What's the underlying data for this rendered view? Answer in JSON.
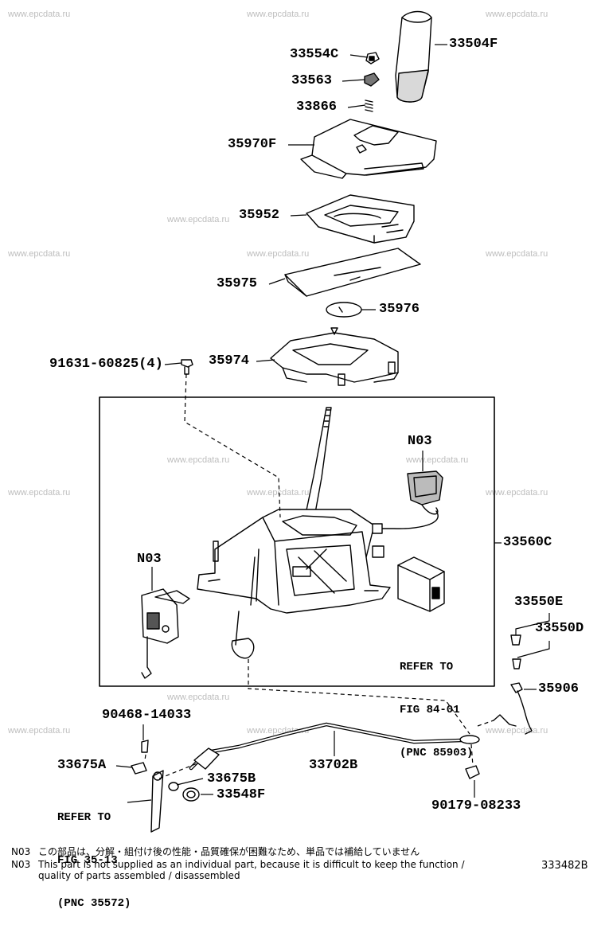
{
  "watermark": "www.epcdata.ru",
  "parts": {
    "p33554C": "33554C",
    "p33504F": "33504F",
    "p33563": "33563",
    "p33866": "33866",
    "p35970F": "35970F",
    "p35952": "35952",
    "p35975": "35975",
    "p35976": "35976",
    "p91631": "91631-60825(4)",
    "p35974": "35974",
    "n03_a": "N03",
    "n03_b": "N03",
    "p33560C": "33560C",
    "p33550E": "33550E",
    "p33550D": "33550D",
    "p35906": "35906",
    "p90468": "90468-14033",
    "p33675A": "33675A",
    "p33675B": "33675B",
    "p33702B": "33702B",
    "p33548F": "33548F",
    "p90179": "90179-08233"
  },
  "refs": {
    "ref1": [
      "REFER TO",
      "FIG 84-01",
      "(PNC 85903)"
    ],
    "ref2": [
      "REFER TO",
      "FIG 35-13",
      "(PNC 35572)"
    ]
  },
  "notes": [
    {
      "code": "N03",
      "text": "この部品は、分解・組付け後の性能・品質確保が困難なため、単品では補給していません"
    },
    {
      "code": "N03",
      "text": "This part is not supplied as an individual part, because it is difficult to keep the function /"
    },
    {
      "code": "",
      "text": "quality of parts  assembled / disassembled"
    }
  ],
  "figure_number": "333482B"
}
